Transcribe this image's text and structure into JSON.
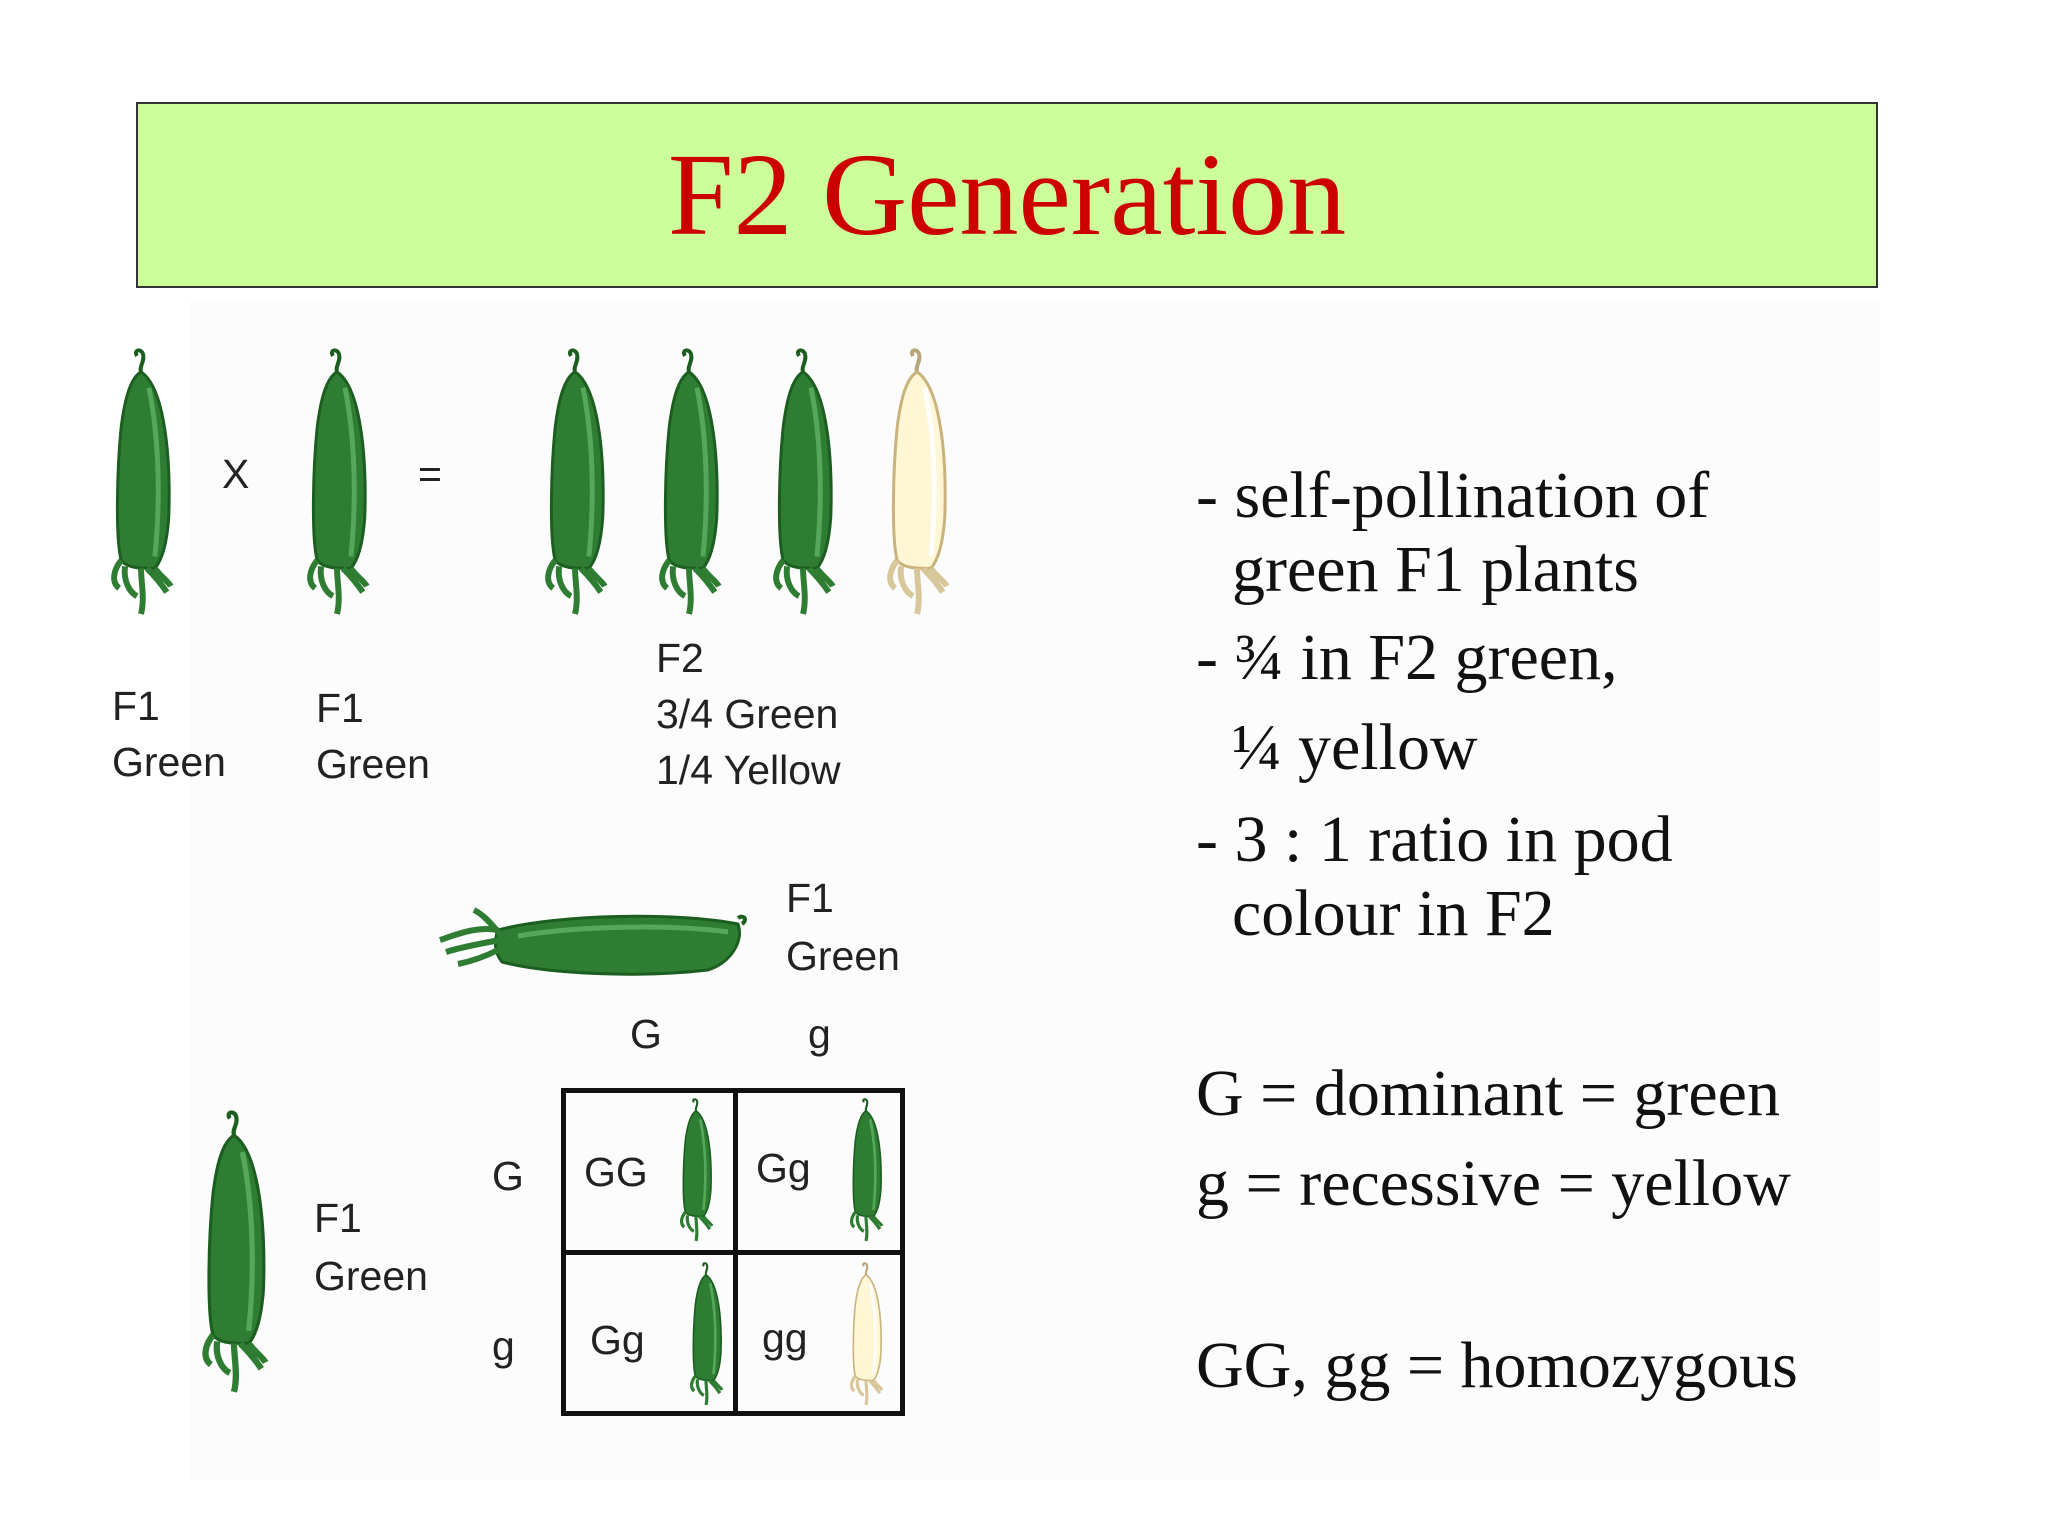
{
  "title": "F2 Generation",
  "colors": {
    "title_bg": "#ccff99",
    "title_text": "#cc0000",
    "green_pod": "#2e7d32",
    "yellow_pod": "#fff6d6"
  },
  "diagram": {
    "cross_symbol": "X",
    "equals_symbol": "=",
    "parent1": {
      "line1": "F1",
      "line2": "Green"
    },
    "parent2": {
      "line1": "F1",
      "line2": "Green"
    },
    "offspring": {
      "line1": "F2",
      "line2": "3/4 Green",
      "line3": "1/4 Yellow"
    },
    "top_parent": {
      "line1": "F1",
      "line2": "Green"
    },
    "side_parent": {
      "line1": "F1",
      "line2": "Green"
    },
    "col_headers": [
      "G",
      "g"
    ],
    "row_headers": [
      "G",
      "g"
    ],
    "cells": [
      "GG",
      "Gg",
      "Gg",
      "gg"
    ]
  },
  "text": {
    "b1_line1": "- self-pollination of",
    "b1_line2": "green F1 plants",
    "b2_line1": "- ¾ in F2 green,",
    "b2_line2": "¼ yellow",
    "b3_line1": "- 3 : 1 ratio in pod",
    "b3_line2": "colour in F2",
    "def_dominant": "G = dominant = green",
    "def_recessive": "g = recessive = yellow",
    "def_homozygous": "GG, gg = homozygous"
  }
}
